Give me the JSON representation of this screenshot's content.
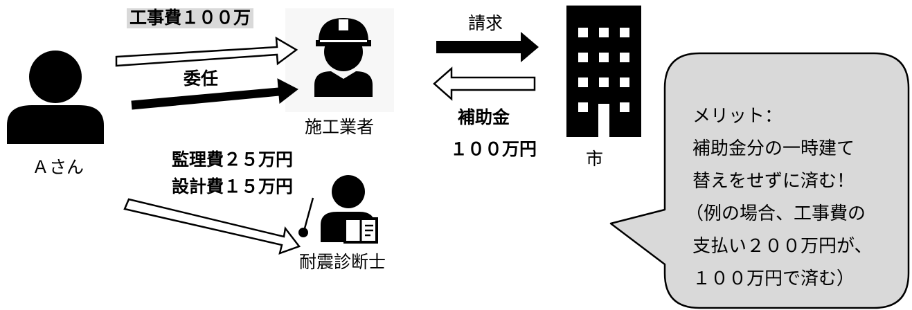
{
  "labels": {
    "person_a": "Ａさん",
    "contractor": "施工業者",
    "city": "市",
    "inspector": "耐震診断士",
    "construction_cost": "工事費１００万",
    "delegation": "委任",
    "billing": "請求",
    "subsidy_line1": "補助金",
    "subsidy_line2": "１００万円",
    "supervision_fee": "監理費２５万円",
    "design_fee": "設計費１５万円"
  },
  "callout": {
    "lines": [
      "メリット：",
      "補助金分の一時建て",
      "替えをせずに済む！",
      "（例の場合、工事費の",
      "支払い２００万円が、",
      "１００万円で済む）"
    ]
  },
  "colors": {
    "construction_cost_highlight": "#d9d9d9",
    "callout_fill": "#d9d9d9",
    "contractor_bg": "#f7f7f7",
    "black": "#000000",
    "white": "#ffffff"
  },
  "icons": [
    "person-icon",
    "worker-helmet-icon",
    "building-icon",
    "inspector-reading-icon"
  ]
}
